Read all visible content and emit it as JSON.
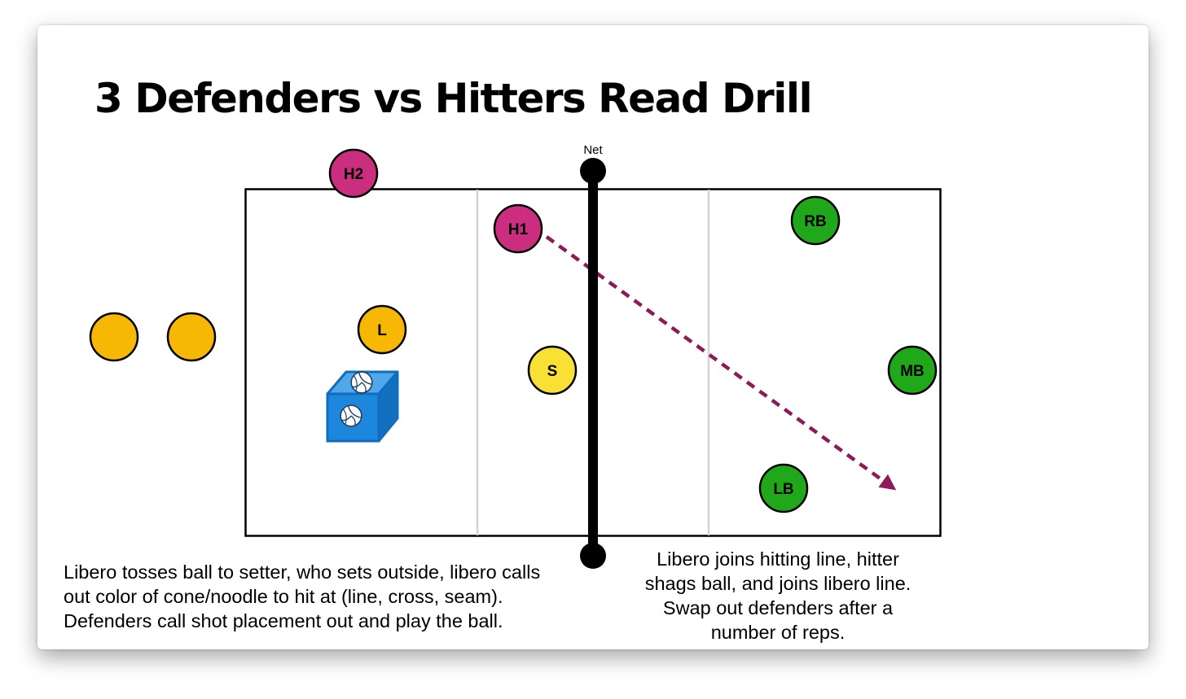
{
  "title": "3 Defenders vs Hitters Read Drill",
  "net_label": "Net",
  "colors": {
    "hitter": "#cc2e7f",
    "defender": "#21a81a",
    "libero": "#f6b705",
    "setter": "#f8e034",
    "ball_cart": "#1a86db",
    "attack_arrow": "#8e1a5a"
  },
  "players": [
    {
      "id": "h2",
      "label": "H2",
      "role": "hitter"
    },
    {
      "id": "h1",
      "label": "H1",
      "role": "hitter"
    },
    {
      "id": "rb",
      "label": "RB",
      "role": "defender"
    },
    {
      "id": "mb",
      "label": "MB",
      "role": "defender"
    },
    {
      "id": "lb",
      "label": "LB",
      "role": "defender"
    },
    {
      "id": "l",
      "label": "L",
      "role": "libero"
    },
    {
      "id": "s",
      "label": "S",
      "role": "setter"
    }
  ],
  "waiting_line": [
    "libero",
    "libero"
  ],
  "icons": [
    "ball-cart-icon",
    "volleyball-icon"
  ],
  "notes": {
    "left": [
      "Libero tosses ball to setter, who sets outside, libero calls",
      "out color of cone/noodle to hit at (line, cross, seam).",
      "Defenders call shot placement out and play the ball."
    ],
    "right": [
      "Libero joins hitting line, hitter",
      "shags ball, and joins libero line.",
      "Swap out defenders after a",
      "number of reps."
    ]
  }
}
